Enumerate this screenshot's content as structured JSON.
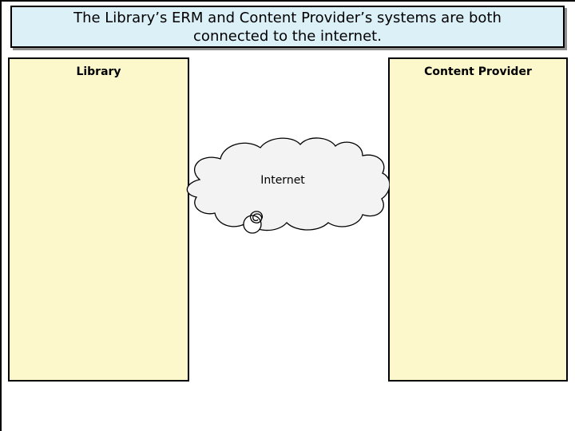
{
  "slide": {
    "background": "#ffffff",
    "frame_border_color": "#000000"
  },
  "title_box": {
    "lines": [
      "The Library’s ERM and Content Provider’s systems are both",
      "connected to the internet."
    ],
    "background": "#dcf0f8",
    "border_color": "#000000",
    "shadow_color": "#8e8e8e"
  },
  "library_box": {
    "label": "Library",
    "background": "#fdf8cc",
    "border_color": "#000000"
  },
  "content_provider_box": {
    "label": "Content Provider",
    "background": "#fdf8cc",
    "border_color": "#000000"
  },
  "cloud": {
    "label": "Internet",
    "fill": "#f3f3f3",
    "stroke": "#000000"
  }
}
